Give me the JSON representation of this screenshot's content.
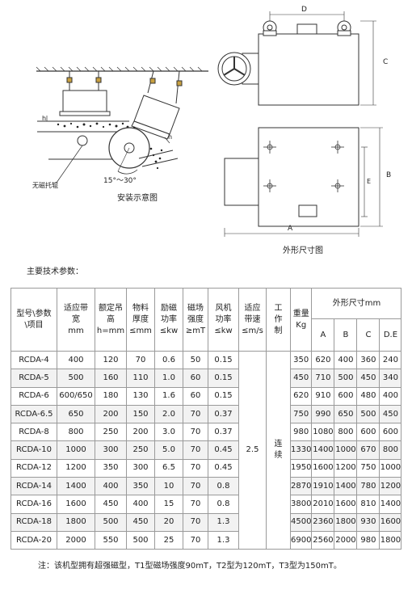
{
  "captions": {
    "install_title": "安装示意图",
    "dimension_title": "外形尺寸图",
    "angle_label": "15°～30°",
    "idler_label": "无磁托辊",
    "h_left": "h",
    "h_right": "h"
  },
  "dim_labels": {
    "a": "A",
    "b": "B",
    "c": "C",
    "d": "D",
    "e": "E"
  },
  "section_title": "主要技术参数：",
  "table": {
    "headers": {
      "model": "型号\\参数\n\\项目",
      "belt_width": "适应带\n宽\nmm",
      "lift_height": "额定吊\n高\nh=mm",
      "thickness": "物料\n厚度\n≤mm",
      "excitation": "励磁\n功率\n≤kw",
      "field": "磁场\n强度\n≥mT",
      "fan": "风机\n功率\n≤kw",
      "belt_speed": "适应\n带速\n≤m/s",
      "duty": "工作制",
      "weight": "重量\nKg",
      "dims_group": "外形尺寸mm",
      "dim_a": "A",
      "dim_b": "B",
      "dim_c": "C",
      "dim_de": "D.E"
    },
    "belt_speed_value": "2.5",
    "duty_value": "连续",
    "rows": [
      [
        "RCDA-4",
        "400",
        "120",
        "70",
        "0.6",
        "50",
        "0.15",
        "350",
        "620",
        "400",
        "360",
        "240"
      ],
      [
        "RCDA-5",
        "500",
        "160",
        "110",
        "1.0",
        "60",
        "0.15",
        "450",
        "710",
        "500",
        "450",
        "340"
      ],
      [
        "RCDA-6",
        "600/650",
        "180",
        "130",
        "1.6",
        "60",
        "0.15",
        "620",
        "910",
        "600",
        "480",
        "400"
      ],
      [
        "RCDA-6.5",
        "650",
        "200",
        "150",
        "2.0",
        "70",
        "0.37",
        "750",
        "990",
        "650",
        "500",
        "450"
      ],
      [
        "RCDA-8",
        "800",
        "250",
        "200",
        "3.0",
        "70",
        "0.37",
        "980",
        "1080",
        "800",
        "600",
        "600"
      ],
      [
        "RCDA-10",
        "1000",
        "300",
        "250",
        "5.0",
        "70",
        "0.45",
        "1330",
        "1400",
        "1000",
        "670",
        "800"
      ],
      [
        "RCDA-12",
        "1200",
        "350",
        "300",
        "6.5",
        "70",
        "0.45",
        "1950",
        "1600",
        "1200",
        "750",
        "1000"
      ],
      [
        "RCDA-14",
        "1400",
        "400",
        "350",
        "10",
        "70",
        "0.8",
        "2870",
        "1910",
        "1400",
        "780",
        "1200"
      ],
      [
        "RCDA-16",
        "1600",
        "450",
        "400",
        "15",
        "70",
        "0.8",
        "3800",
        "2010",
        "1600",
        "810",
        "1400"
      ],
      [
        "RCDA-18",
        "1800",
        "500",
        "450",
        "20",
        "70",
        "1.3",
        "4500",
        "2360",
        "1800",
        "930",
        "1600"
      ],
      [
        "RCDA-20",
        "2000",
        "550",
        "500",
        "25",
        "70",
        "1.3",
        "6900",
        "2560",
        "2000",
        "980",
        "1800"
      ]
    ]
  },
  "note": "注：该机型拥有超强磁型，T1型磁场强度90mT，T2型为120mT，T3型为150mT。"
}
